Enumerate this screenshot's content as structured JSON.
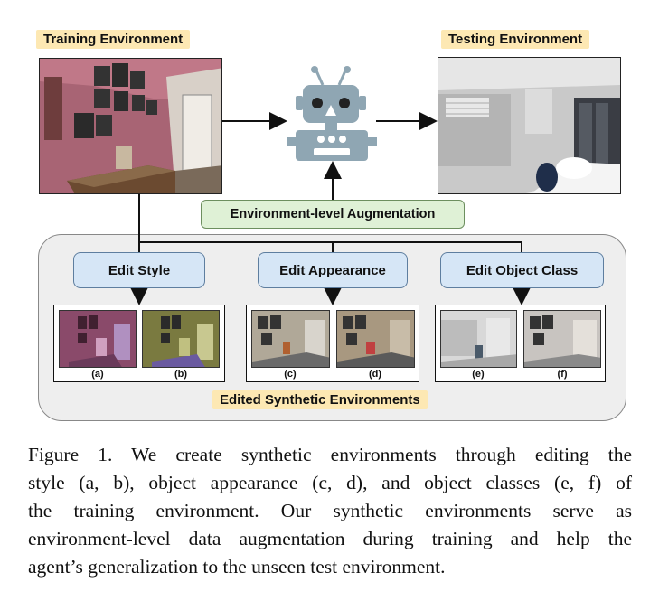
{
  "labels": {
    "training": "Training Environment",
    "testing": "Testing Environment",
    "augmentation": "Environment-level Augmentation",
    "edit_style": "Edit Style",
    "edit_appearance": "Edit Appearance",
    "edit_object_class": "Edit Object Class",
    "edited": "Edited Synthetic Environments"
  },
  "thumbs": [
    "(a)",
    "(b)",
    "(c)",
    "(d)",
    "(e)",
    "(f)"
  ],
  "caption": {
    "lines": [
      "Figure 1.  We create synthetic environments through editing the",
      "style (a, b), object appearance (c, d), and object classes (e, f) of",
      "the training environment.  Our synthetic environments serve as",
      "environment-level data augmentation during training and help the",
      "agent’s generalization to the unseen test environment."
    ]
  },
  "colors": {
    "label_bg": "#fde8b3",
    "edit_bg": "#d6e6f6",
    "aug_bg": "#dff1d6",
    "robot": "#8fa6b3"
  }
}
